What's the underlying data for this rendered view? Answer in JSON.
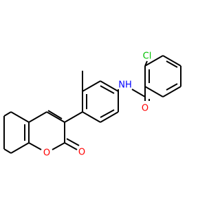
{
  "atoms": [
    {
      "id": "cl",
      "label": "Cl",
      "color": "#00C000"
    },
    {
      "id": "nh",
      "label": "NH",
      "color": "#0000FF"
    },
    {
      "id": "o_amide",
      "label": "O",
      "color": "#FF0000"
    },
    {
      "id": "o_ring",
      "label": "O",
      "color": "#FF0000"
    },
    {
      "id": "o_carbonyl",
      "label": "O",
      "color": "#FF0000"
    }
  ],
  "colors": {
    "bond": "#000000",
    "background": "#FFFFFF"
  }
}
